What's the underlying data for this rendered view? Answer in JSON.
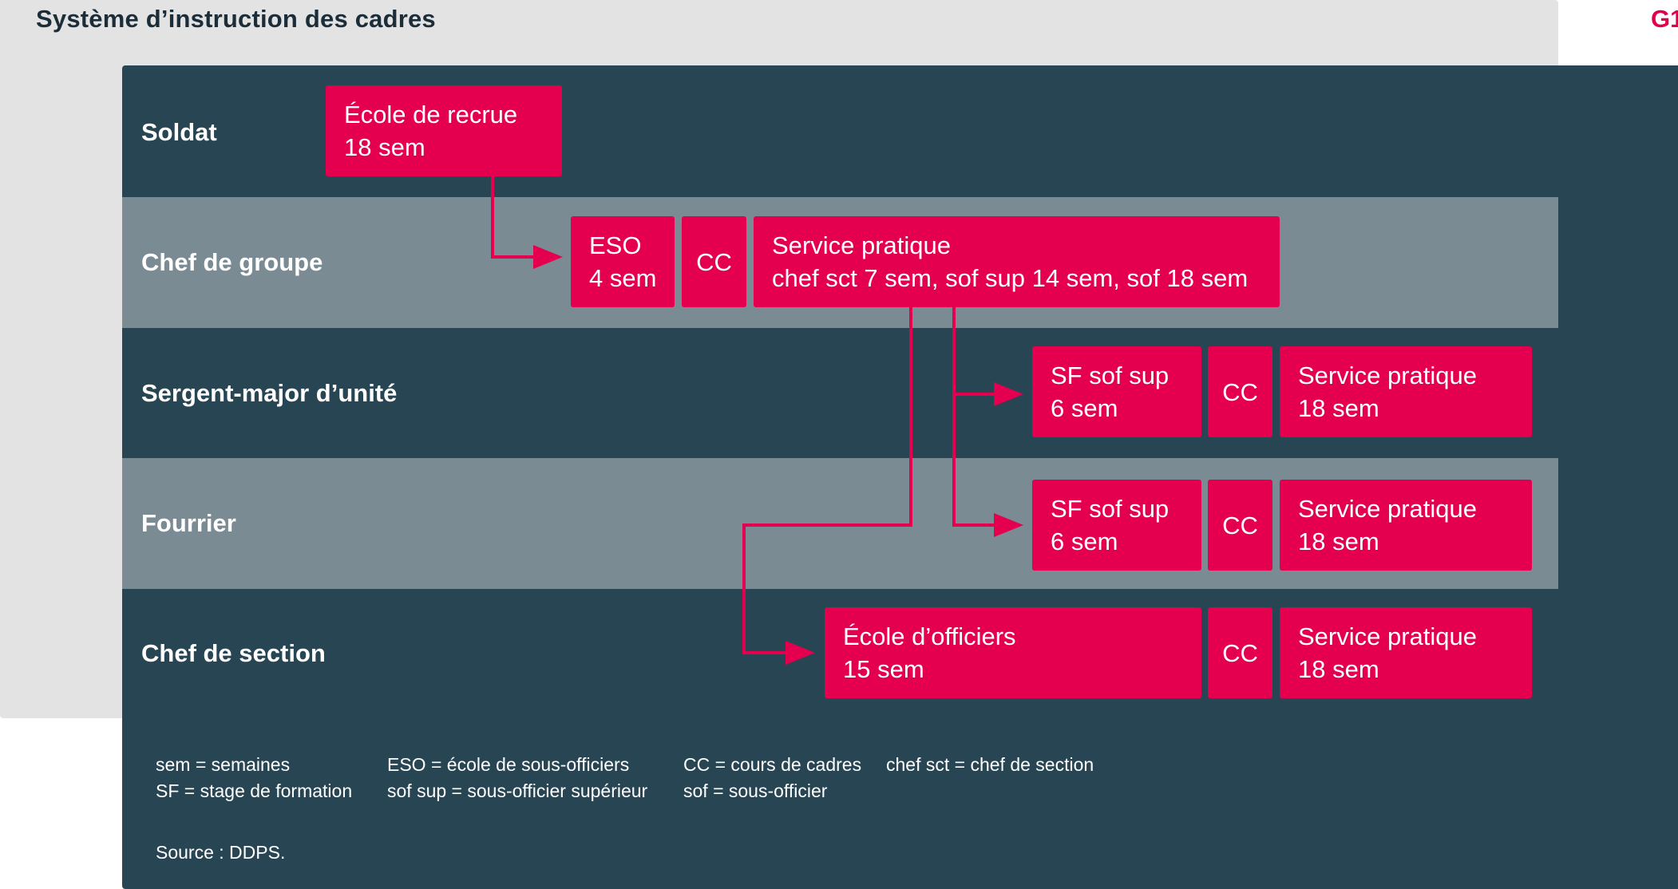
{
  "header": {
    "title": "Système d’instruction des cadres",
    "figure_id": "G1"
  },
  "rows": [
    {
      "label": "Soldat"
    },
    {
      "label": "Chef de groupe"
    },
    {
      "label": "Sergent-major d’unité"
    },
    {
      "label": "Fourrier"
    },
    {
      "label": "Chef de section"
    }
  ],
  "boxes": {
    "ecole_recrue": {
      "line1": "École de recrue",
      "line2": "18 sem"
    },
    "eso": {
      "line1": "ESO",
      "line2": "4 sem"
    },
    "cc_groupe": {
      "line1": "CC"
    },
    "sp_groupe": {
      "line1": "Service pratique",
      "line2": "chef sct 7 sem, sof sup 14 sem, sof 18 sem"
    },
    "sf_sergent": {
      "line1": "SF sof sup",
      "line2": "6 sem"
    },
    "cc_sergent": {
      "line1": "CC"
    },
    "sp_sergent": {
      "line1": "Service pratique",
      "line2": "18 sem"
    },
    "sf_fourrier": {
      "line1": "SF sof sup",
      "line2": "6 sem"
    },
    "cc_fourrier": {
      "line1": "CC"
    },
    "sp_fourrier": {
      "line1": "Service pratique",
      "line2": "18 sem"
    },
    "ecole_officiers": {
      "line1": "École d’officiers",
      "line2": "15 sem"
    },
    "cc_section": {
      "line1": "CC"
    },
    "sp_section": {
      "line1": "Service pratique",
      "line2": "18 sem"
    }
  },
  "legend": {
    "col1": [
      "sem = semaines",
      "SF = stage de formation"
    ],
    "col2": [
      "ESO = école de sous-officiers",
      "sof sup = sous-officier supérieur"
    ],
    "col3": [
      "CC = cours de cadres",
      "sof = sous-officier"
    ],
    "col4": [
      "chef sct = chef de section"
    ]
  },
  "source": "Source : DDPS.",
  "colors": {
    "accent": "#e4004e",
    "dark_band": "#284554",
    "light_band": "#7a8b94",
    "outer_panel": "#e3e3e3",
    "title": "#1c2d3a"
  }
}
